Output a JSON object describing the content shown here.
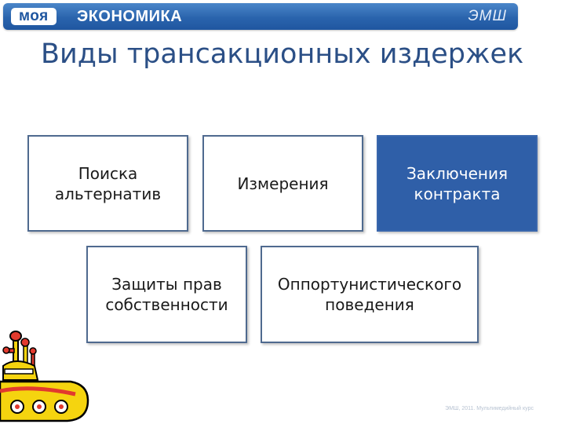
{
  "header": {
    "brand_left": "моя",
    "brand_right": "ЭКОНОМИКА",
    "abbr": "ЭМШ"
  },
  "title": "Виды трансакционных издержек",
  "boxes": [
    {
      "label": "Поиска\nальтернатив"
    },
    {
      "label": "Измерения"
    },
    {
      "label": "Заключения\nконтракта",
      "highlighted": true
    },
    {
      "label": "Защиты прав\nсобственности"
    },
    {
      "label": "Оппортунистического\nповедения"
    }
  ],
  "footer": "ЭМШ, 2011. Мультимедийный курс",
  "colors": {
    "header": "#2a64ad",
    "title": "#2b4f86",
    "box_border": "#4f6a8f",
    "box_highlight": "#2f5fa8",
    "submarine": "#f5d40f"
  },
  "icons": [
    "yellow-submarine-icon"
  ]
}
